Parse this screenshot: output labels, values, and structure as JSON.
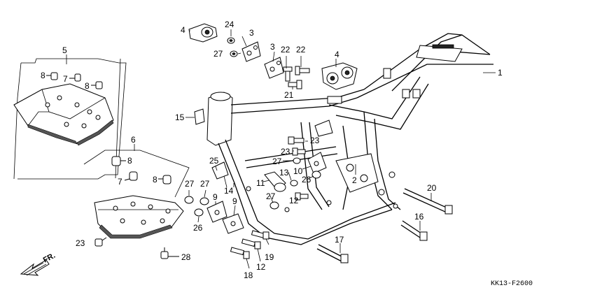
{
  "diagram_code": "KK13-F2600",
  "direction_label": "FR.",
  "callouts": [
    "1",
    "2",
    "3",
    "3",
    "4",
    "4",
    "5",
    "6",
    "7",
    "7",
    "8",
    "8",
    "8",
    "8",
    "9",
    "9",
    "10",
    "11",
    "12",
    "12",
    "13",
    "14",
    "15",
    "16",
    "17",
    "18",
    "19",
    "20",
    "21",
    "22",
    "22",
    "23",
    "23",
    "23",
    "24",
    "25",
    "26",
    "26",
    "27",
    "27",
    "27",
    "27",
    "27",
    "28"
  ]
}
